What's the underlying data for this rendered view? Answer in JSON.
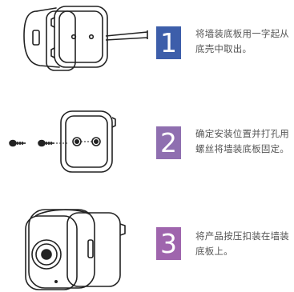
{
  "steps": [
    {
      "number": "1",
      "text": "将墙装底板用一字起从底壳中取出。",
      "color": "#3d5eaa"
    },
    {
      "number": "2",
      "text": "确定安装位置并打孔用螺丝将墙装底板固定。",
      "color": "#8f6fb0"
    },
    {
      "number": "3",
      "text": "将产品按压扣装在墙装底板上。",
      "color": "#9f65ad"
    }
  ]
}
